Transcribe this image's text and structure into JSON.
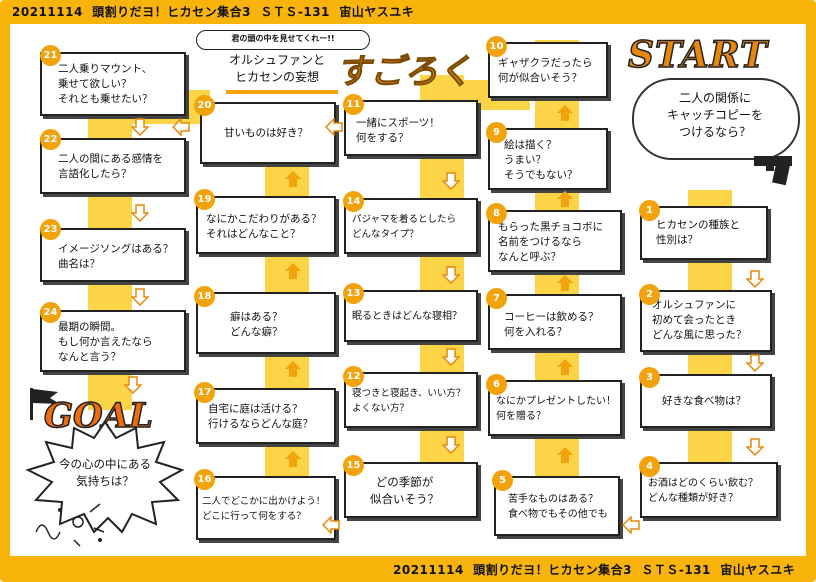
{
  "header": {
    "top_line": "20211114  頭割りだヨ！ヒカセン集合3  ＳＴＳ-131  宙山ヤスユキ",
    "bottom_line": "20211114  頭割りだヨ！ヒカセン集合3  ＳＴＳ-131  宙山ヤスユキ"
  },
  "title": {
    "bubble": "君の頭の中を見せてくれー!!",
    "subtitle": "オルシュファンと\nヒカセンの妄想",
    "main": "すごろく"
  },
  "start": {
    "label": "START",
    "text": "二人の関係に\nキャッチコピーを\nつけるなら？",
    "gun_icon": "pistol-icon"
  },
  "goal": {
    "label": "GOAL",
    "text": "今の心の中にある\n気持ちは？",
    "flag_icon": "flag-icon"
  },
  "squares": [
    {
      "n": "1",
      "text": "ヒカセンの種族と\n性別は？"
    },
    {
      "n": "2",
      "text": "オルシュファンに\n初めて会ったとき\nどんな風に思った？"
    },
    {
      "n": "3",
      "text": "好きな食べ物は？"
    },
    {
      "n": "4",
      "text": "お酒はどのくらい飲む？\nどんな種類が好き？"
    },
    {
      "n": "5",
      "text": "苦手なものはある？\n食べ物でもその他でも"
    },
    {
      "n": "6",
      "text": "なにかプレゼントしたい！\n何を贈る？"
    },
    {
      "n": "7",
      "text": "コーヒーは飲める？\n何を入れる？"
    },
    {
      "n": "8",
      "text": "もらった黒チョコボに\n名前をつけるなら\nなんと呼ぶ？"
    },
    {
      "n": "9",
      "text": "絵は描く？\nうまい？\nそうでもない？"
    },
    {
      "n": "10",
      "text": "ギャザクラだったら\n何が似合いそう？"
    },
    {
      "n": "11",
      "text": "一緒にスポーツ！\n何をする？"
    },
    {
      "n": "12",
      "text": "寝つきと寝起き、いい方？\nよくない方？"
    },
    {
      "n": "13",
      "text": "眠るときはどんな寝相？"
    },
    {
      "n": "14",
      "text": "パジャマを着るとしたら\nどんなタイプ？"
    },
    {
      "n": "15",
      "text": "どの季節が\n似合いそう？"
    },
    {
      "n": "16",
      "text": "二人でどこかに出かけよう！\nどこに行って何をする？"
    },
    {
      "n": "17",
      "text": "自宅に庭は活ける？\n行けるならどんな庭？"
    },
    {
      "n": "18",
      "text": "癖はある？\nどんな癖？"
    },
    {
      "n": "19",
      "text": "なにかこだわりがある？\nそれはどんなこと？"
    },
    {
      "n": "20",
      "text": "甘いものは好き？"
    },
    {
      "n": "21",
      "text": "二人乗りマウント、\n乗せて欲しい？\nそれとも乗せたい？"
    },
    {
      "n": "22",
      "text": "二人の間にある感情を\n言語化したら？"
    },
    {
      "n": "23",
      "text": "イメージソングはある？\n曲名は？"
    },
    {
      "n": "24",
      "text": "最期の瞬間。\nもし何か言えたなら\nなんと言う？"
    }
  ],
  "colors": {
    "frame": "#f9b40c",
    "lane": "#fbd447",
    "badge": "#f2a20b",
    "title": "#e8870b"
  }
}
